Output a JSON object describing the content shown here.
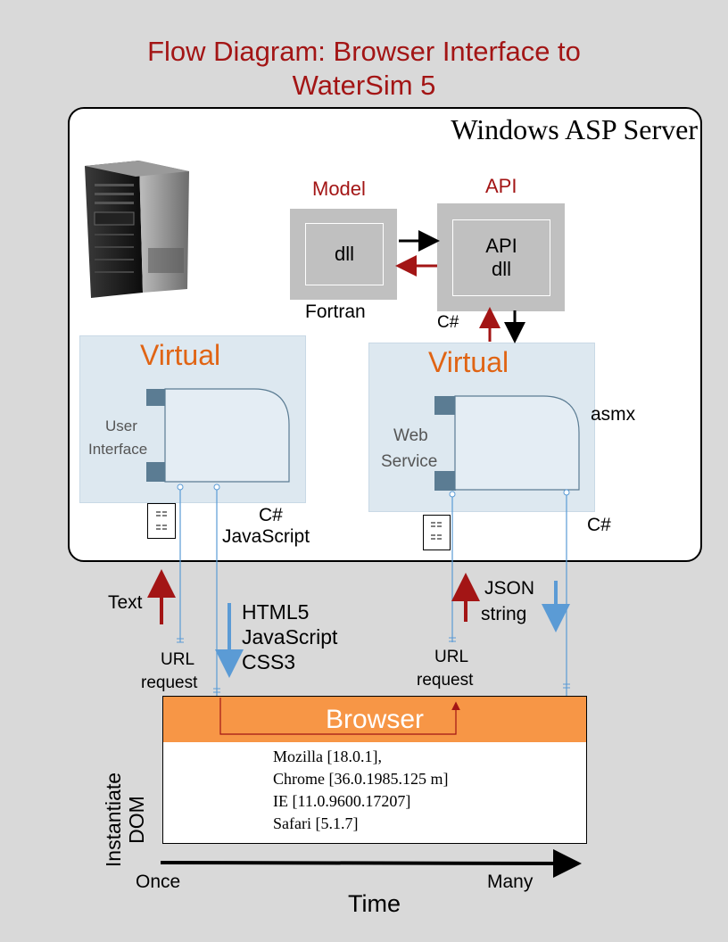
{
  "title": {
    "line1": "Flow Diagram: Browser Interface to",
    "line2": "WaterSim 5"
  },
  "server": {
    "label": "Windows ASP Server"
  },
  "model": {
    "label": "Model",
    "box_text": "dll",
    "language": "Fortran"
  },
  "api": {
    "label": "API",
    "box_line1": "API",
    "box_line2": "dll",
    "language": "C#"
  },
  "left_virtual": {
    "label": "Virtual",
    "component_line1": "User",
    "component_line2": "Interface",
    "lang_line1": "C#",
    "lang_line2": "JavaScript"
  },
  "right_virtual": {
    "label": "Virtual",
    "component_line1": "Web",
    "component_line2": "Service",
    "asmx": "asmx",
    "language": "C#"
  },
  "flows": {
    "text": "Text",
    "html5": "HTML5",
    "javascript": "JavaScript",
    "css3": "CSS3",
    "json": "JSON",
    "string": "string",
    "url1_line1": "URL",
    "url1_line2": "request",
    "url2_line1": "URL",
    "url2_line2": "request"
  },
  "browser": {
    "label": "Browser",
    "versions": [
      "Mozilla [18.0.1],",
      "Chrome [36.0.1985.125 m]",
      "IE [11.0.9600.17207]",
      "Safari [5.1.7]"
    ]
  },
  "axis": {
    "y_label_line1": "Instantiate",
    "y_label_line2": "DOM",
    "start": "Once",
    "end": "Many",
    "label": "Time"
  },
  "colors": {
    "red": "#a31515",
    "blue": "#5b9bd5",
    "orange": "#f79646",
    "virtual_orange": "#e06414"
  }
}
